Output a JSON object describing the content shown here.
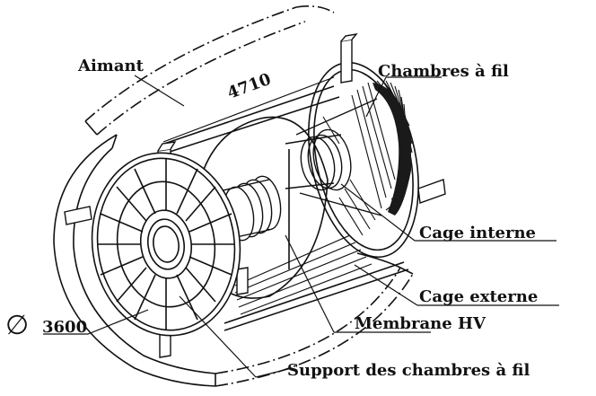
{
  "labels": {
    "aimant": "Aimant",
    "chambres_a_fil": "Chambres à fil",
    "dimension_length": "4710",
    "cage_interne": "Cage interne",
    "cage_externe": "Cage externe",
    "membrane_hv": "Membrane HV",
    "diameter_symbol": "∅",
    "dimension_diameter": "3600",
    "support": "Support des chambres à fil"
  },
  "colors": {
    "ink": "#111111",
    "background": "#ffffff"
  }
}
